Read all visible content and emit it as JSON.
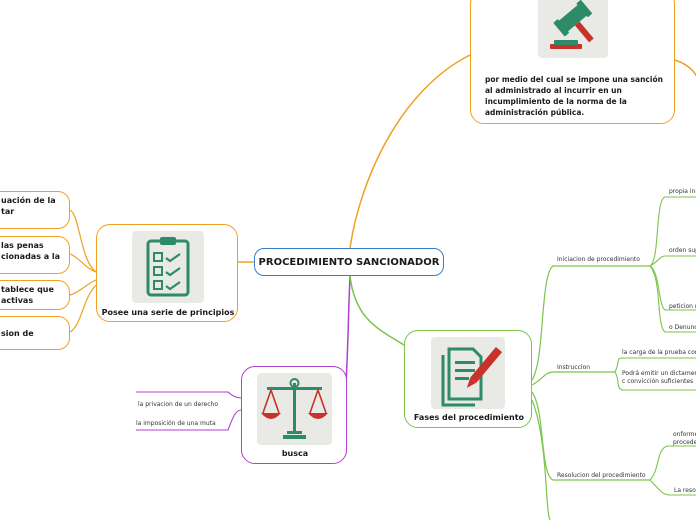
{
  "central": {
    "title": "PROCEDIMIENTO SANCIONADOR"
  },
  "top": {
    "icon": "gavel-icon",
    "description": "por medio del cual se impone una sanción al administrado al incurrir en un incumplimiento de la norma de la administración pública."
  },
  "principles": {
    "icon": "checklist-icon",
    "caption": "Posee una serie de principios",
    "items": [
      "uación de la tar",
      "las penas cionadas a la",
      "tablece que activas",
      "sion de"
    ]
  },
  "busca": {
    "icon": "scales-icon",
    "caption": "busca",
    "items": [
      "la privacion de un derecho",
      "la imposición de una muta"
    ]
  },
  "fases": {
    "icon": "document-pen-icon",
    "caption": "Fases del procedimiento",
    "phases": [
      {
        "label": "Iniciacion de procedimiento",
        "subs": [
          "propia ini",
          "orden sup",
          "peticion r",
          "o Denunci"
        ]
      },
      {
        "label": "Instruccion",
        "subs": [
          "la carga de la prueba corr",
          "Podrá emitir un dictamen c convicción suficientes"
        ]
      },
      {
        "label": "Resolucion del procedimiento",
        "subs": [
          "onforme procede",
          "La resol"
        ]
      }
    ]
  },
  "colors": {
    "central": "#3a7bc8",
    "orange": "#f0a020",
    "green": "#7cc44a",
    "purple": "#b040d0",
    "icon_bg": "#e9e9e6",
    "icon_green": "#2e8b6a",
    "icon_red": "#c8322a"
  }
}
